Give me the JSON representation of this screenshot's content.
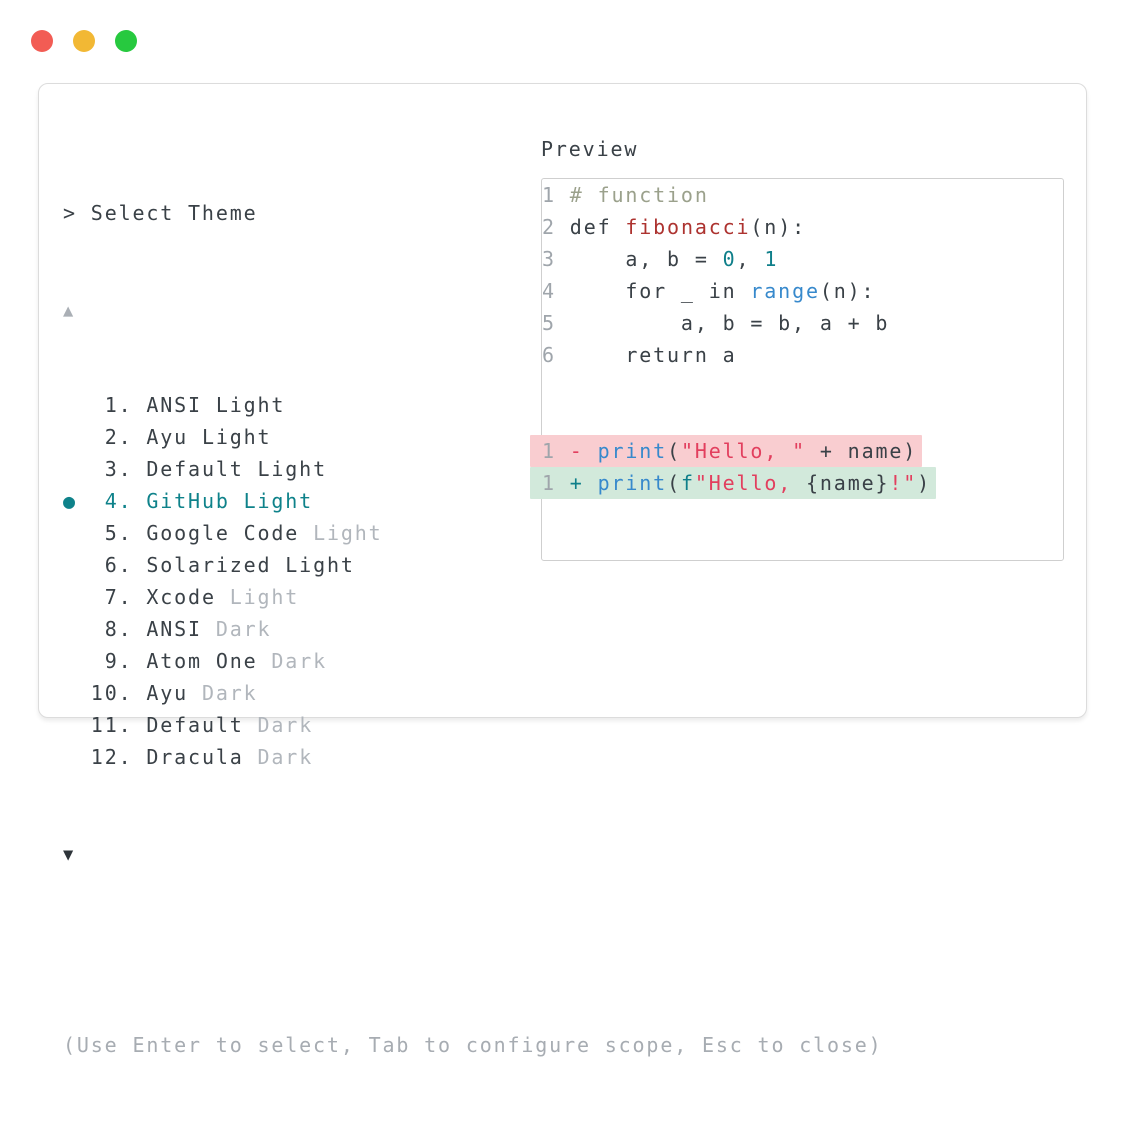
{
  "window": {
    "traffic_lights": [
      {
        "name": "close",
        "color": "#f25c54"
      },
      {
        "name": "minimize",
        "color": "#f2b834"
      },
      {
        "name": "zoom",
        "color": "#27c93f"
      }
    ]
  },
  "colors": {
    "accent_teal": "#0e828a",
    "text_dark": "#3a4147",
    "text_muted": "#a7acb2",
    "suffix_gray": "#b1b6bc",
    "comment_olive": "#9ba18c",
    "function_red": "#ad3330",
    "number_teal": "#0f7f8a",
    "builtin_blue": "#3789cc",
    "string_crimson": "#e23f5e",
    "diff_removed_bg": "#f9cdd0",
    "diff_added_bg": "#d2e9db",
    "panel_border": "#dcdcdc",
    "preview_border": "#cfcfcf"
  },
  "theme_picker": {
    "prompt": ">",
    "title": "Select Theme",
    "scroll_up": "▲",
    "scroll_down": "▼",
    "selected_marker": "●",
    "items": [
      {
        "number": "1",
        "name": "ANSI Light",
        "suffix": "",
        "selected": false
      },
      {
        "number": "2",
        "name": "Ayu Light",
        "suffix": "",
        "selected": false
      },
      {
        "number": "3",
        "name": "Default Light",
        "suffix": "",
        "selected": false
      },
      {
        "number": "4",
        "name": "GitHub Light",
        "suffix": "",
        "selected": true
      },
      {
        "number": "5",
        "name": "Google Code",
        "suffix": "Light",
        "selected": false
      },
      {
        "number": "6",
        "name": "Solarized Light",
        "suffix": "",
        "selected": false
      },
      {
        "number": "7",
        "name": "Xcode",
        "suffix": "Light",
        "selected": false
      },
      {
        "number": "8",
        "name": "ANSI",
        "suffix": "Dark",
        "selected": false
      },
      {
        "number": "9",
        "name": "Atom One",
        "suffix": "Dark",
        "selected": false
      },
      {
        "number": "10",
        "name": "Ayu",
        "suffix": "Dark",
        "selected": false
      },
      {
        "number": "11",
        "name": "Default",
        "suffix": "Dark",
        "selected": false
      },
      {
        "number": "12",
        "name": "Dracula",
        "suffix": "Dark",
        "selected": false
      }
    ],
    "help": "(Use Enter to select, Tab to configure scope, Esc to close)"
  },
  "preview": {
    "label": "Preview",
    "code_lines": [
      {
        "no": "1",
        "diff": "",
        "tokens": [
          {
            "t": "# function",
            "c": "comment"
          }
        ]
      },
      {
        "no": "2",
        "diff": "",
        "tokens": [
          {
            "t": "def ",
            "c": "text"
          },
          {
            "t": "fibonacci",
            "c": "func"
          },
          {
            "t": "(n):",
            "c": "text"
          }
        ]
      },
      {
        "no": "3",
        "diff": "",
        "tokens": [
          {
            "t": "    a, b = ",
            "c": "text"
          },
          {
            "t": "0",
            "c": "num"
          },
          {
            "t": ", ",
            "c": "text"
          },
          {
            "t": "1",
            "c": "num"
          }
        ]
      },
      {
        "no": "4",
        "diff": "",
        "tokens": [
          {
            "t": "    for _ in ",
            "c": "text"
          },
          {
            "t": "range",
            "c": "blue"
          },
          {
            "t": "(n):",
            "c": "text"
          }
        ]
      },
      {
        "no": "5",
        "diff": "",
        "tokens": [
          {
            "t": "        a, b = b, a + b",
            "c": "text"
          }
        ]
      },
      {
        "no": "6",
        "diff": "",
        "tokens": [
          {
            "t": "    return a",
            "c": "text"
          }
        ]
      },
      {
        "no": "",
        "diff": "",
        "tokens": []
      },
      {
        "no": "",
        "diff": "",
        "tokens": []
      },
      {
        "no": "1",
        "diff": "removed",
        "tokens": [
          {
            "t": "- ",
            "c": "minus"
          },
          {
            "t": "print",
            "c": "blue"
          },
          {
            "t": "(",
            "c": "text"
          },
          {
            "t": "\"Hello, \"",
            "c": "str"
          },
          {
            "t": " + name)",
            "c": "text"
          }
        ]
      },
      {
        "no": "1",
        "diff": "added",
        "tokens": [
          {
            "t": "+ ",
            "c": "plus"
          },
          {
            "t": "print",
            "c": "blue"
          },
          {
            "t": "(",
            "c": "text"
          },
          {
            "t": "f",
            "c": "num"
          },
          {
            "t": "\"Hello, ",
            "c": "str"
          },
          {
            "t": "{name}",
            "c": "text"
          },
          {
            "t": "!\"",
            "c": "str"
          },
          {
            "t": ")",
            "c": "text"
          }
        ]
      }
    ]
  }
}
